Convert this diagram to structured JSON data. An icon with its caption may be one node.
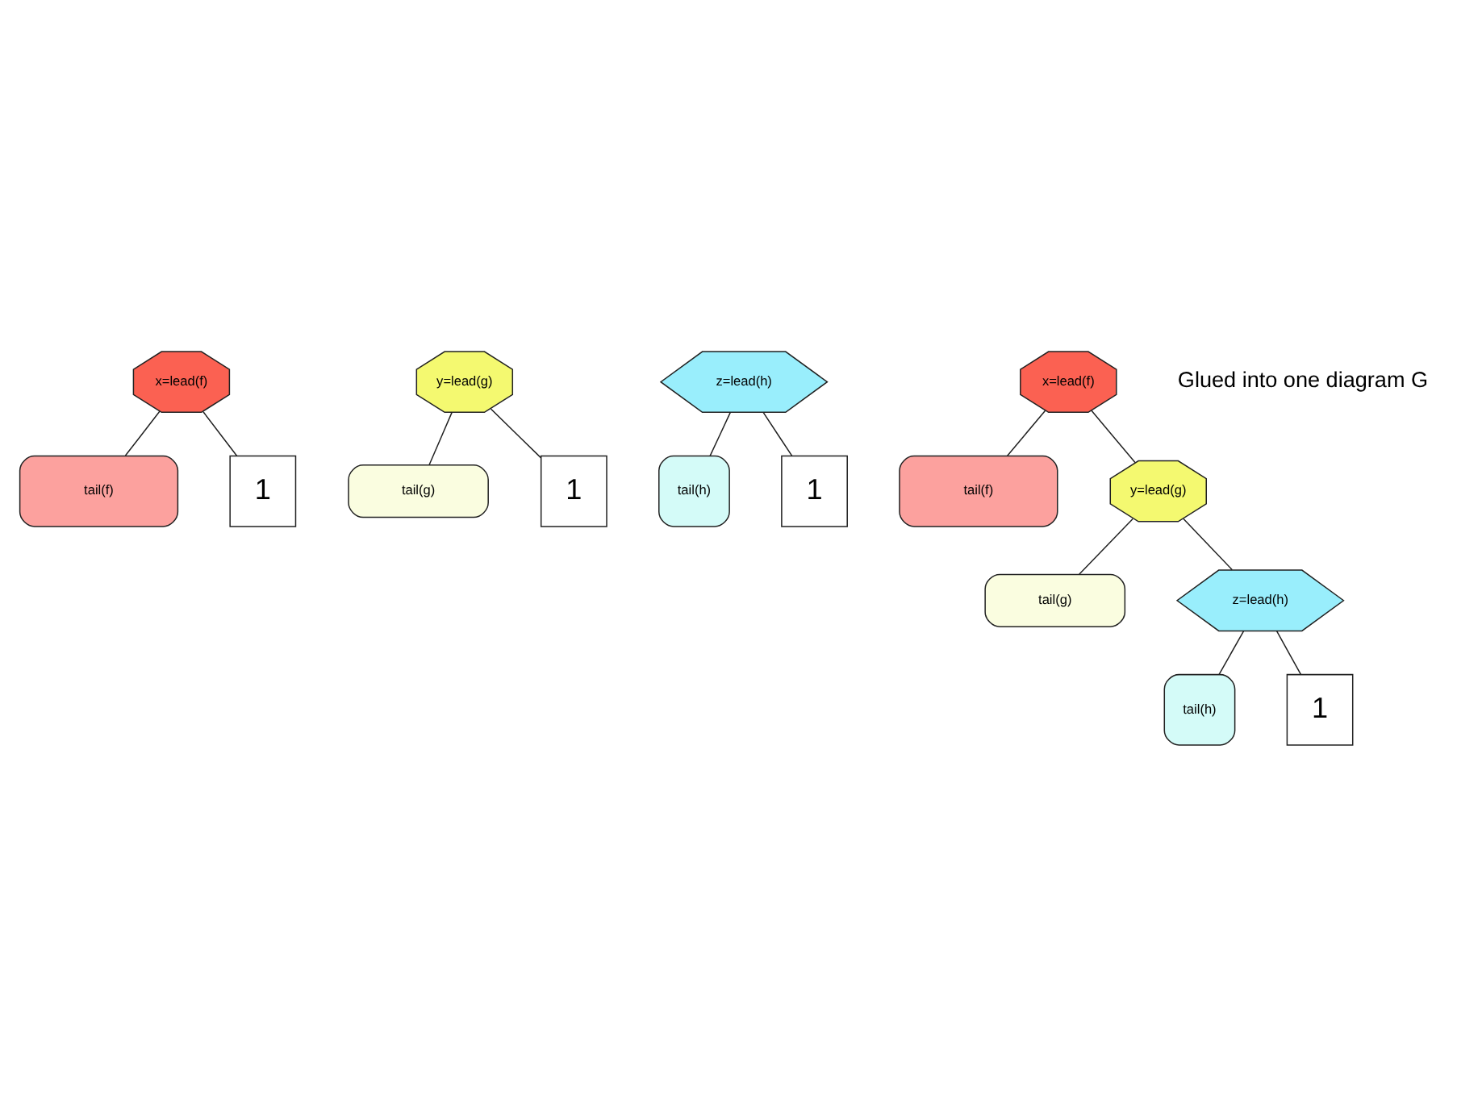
{
  "diagram": {
    "nodes": [
      {
        "text": [
          "x=lead(f)"
        ]
      },
      {
        "text": [
          "tail(f)"
        ]
      },
      {
        "text": [
          "1"
        ]
      },
      {
        "text": [
          "y=lead(g)"
        ]
      },
      {
        "text": [
          "tail(g)"
        ]
      },
      {
        "text": [
          "1"
        ]
      },
      {
        "text": [
          "z=lead(h)"
        ]
      },
      {
        "text": [
          "tail(h)"
        ]
      },
      {
        "text": [
          "1"
        ]
      },
      {
        "text": [
          "x=lead(f)"
        ]
      },
      {
        "text": [
          "tail(f)"
        ]
      },
      {
        "text": [
          "y=lead(g)"
        ]
      },
      {
        "text": [
          "tail(g)"
        ]
      },
      {
        "text": [
          "z=lead(h)"
        ]
      },
      {
        "text": [
          "tail(h)"
        ]
      },
      {
        "text": [
          "1"
        ]
      }
    ],
    "edges": [
      {
        "from": 0,
        "to": 1,
        "arrow": "none"
      },
      {
        "from": 0,
        "to": 2,
        "arrow": "none"
      },
      {
        "from": 3,
        "to": 4,
        "arrow": "none"
      },
      {
        "from": 3,
        "to": 5,
        "arrow": "none"
      },
      {
        "from": 6,
        "to": 7,
        "arrow": "none"
      },
      {
        "from": 6,
        "to": 8,
        "arrow": "none"
      },
      {
        "from": 9,
        "to": 10,
        "arrow": "none"
      },
      {
        "from": 9,
        "to": 11,
        "arrow": "none"
      },
      {
        "from": 11,
        "to": 12,
        "arrow": "none"
      },
      {
        "from": 11,
        "to": 13,
        "arrow": "none"
      },
      {
        "from": 13,
        "to": 14,
        "arrow": "none"
      },
      {
        "from": 13,
        "to": 15,
        "arrow": "none"
      }
    ],
    "labels": [
      "Glued into one diagram G"
    ]
  }
}
